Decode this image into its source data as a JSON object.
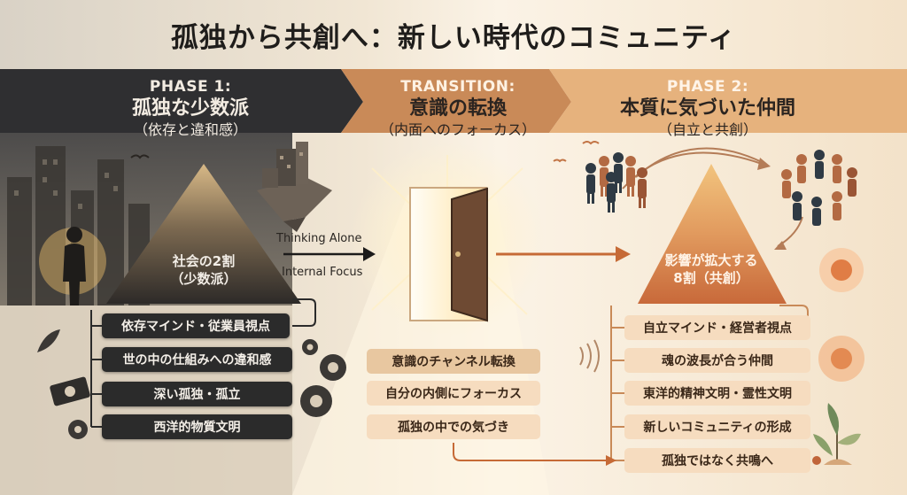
{
  "title": "孤独から共創へ：新しい時代のコミュニティ",
  "phase1": {
    "tag": "PHASE 1:",
    "name": "孤独な少数派",
    "sub": "（依存と違和感）",
    "pyramid_line1": "社会の2割",
    "pyramid_line2": "（少数派）",
    "items": [
      "依存マインド・従業員視点",
      "世の中の仕組みへの違和感",
      "深い孤独・孤立",
      "西洋的物質文明"
    ]
  },
  "flow": {
    "thinking": "Thinking Alone",
    "focus": "Internal Focus"
  },
  "transition": {
    "tag": "TRANSITION:",
    "name": "意識の転換",
    "sub": "（内面へのフォーカス）",
    "items": [
      "意識のチャンネル転換",
      "自分の内側にフォーカス",
      "孤独の中での気づき"
    ]
  },
  "phase2": {
    "tag": "PHASE 2:",
    "name": "本質に気づいた仲間",
    "sub": "（自立と共創）",
    "pyramid_line1": "影響が拡大する",
    "pyramid_line2": "8割（共創）",
    "items": [
      "自立マインド・経営者視点",
      "魂の波長が合う仲間",
      "東洋的精神文明・霊性文明",
      "新しいコミュニティの形成",
      "孤独ではなく共鳴へ"
    ]
  },
  "colors": {
    "dark_band": "#2f2f31",
    "transition_band": "#c98a58",
    "phase2_band": "#e6b27d",
    "accent_orange": "#c8733f"
  }
}
